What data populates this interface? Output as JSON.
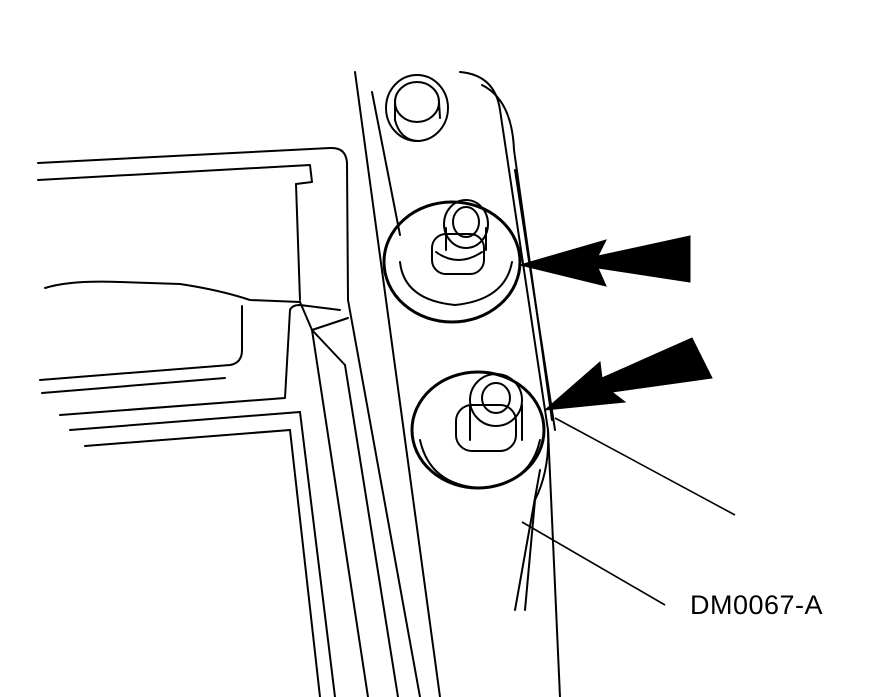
{
  "figure": {
    "id_label": "DM0067-A"
  },
  "parts": [
    {
      "name": "housing-panel"
    },
    {
      "name": "upper-fitting"
    },
    {
      "name": "lower-fitting"
    },
    {
      "name": "plug"
    }
  ],
  "indicators": {
    "arrow_style": "double-headed solid",
    "arrow_color": "#000000",
    "count": 2
  },
  "colors": {
    "line": "#000000",
    "background": "#ffffff"
  }
}
